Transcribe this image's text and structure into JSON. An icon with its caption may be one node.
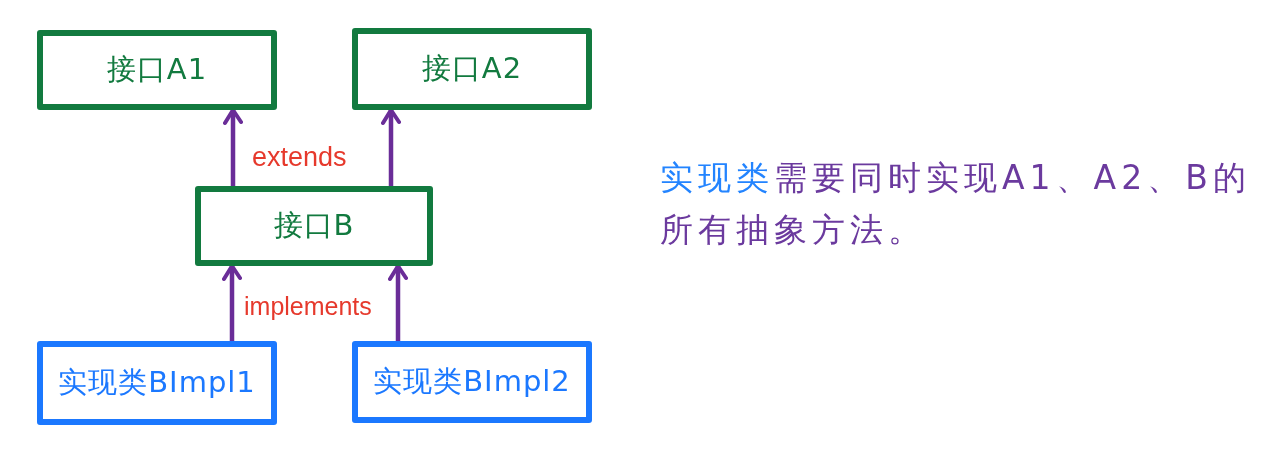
{
  "diagram": {
    "nodes": [
      {
        "text": [
          "接口A1"
        ]
      },
      {
        "text": [
          "接口A2"
        ]
      },
      {
        "text": [
          "接口B"
        ]
      },
      {
        "text": [
          "实现类BImpl1"
        ]
      },
      {
        "text": [
          "实现类BImpl2"
        ]
      }
    ],
    "edges": [
      {
        "from": 2,
        "to": 0,
        "arrow": "to"
      },
      {
        "from": 2,
        "to": 1,
        "arrow": "to"
      },
      {
        "from": 3,
        "to": 2,
        "arrow": "to"
      },
      {
        "from": 4,
        "to": 2,
        "arrow": "to"
      }
    ],
    "labels": [
      "extends",
      "implements",
      "**实现类**需要同时实现A1、A2、B的所有抽象方法。"
    ]
  }
}
